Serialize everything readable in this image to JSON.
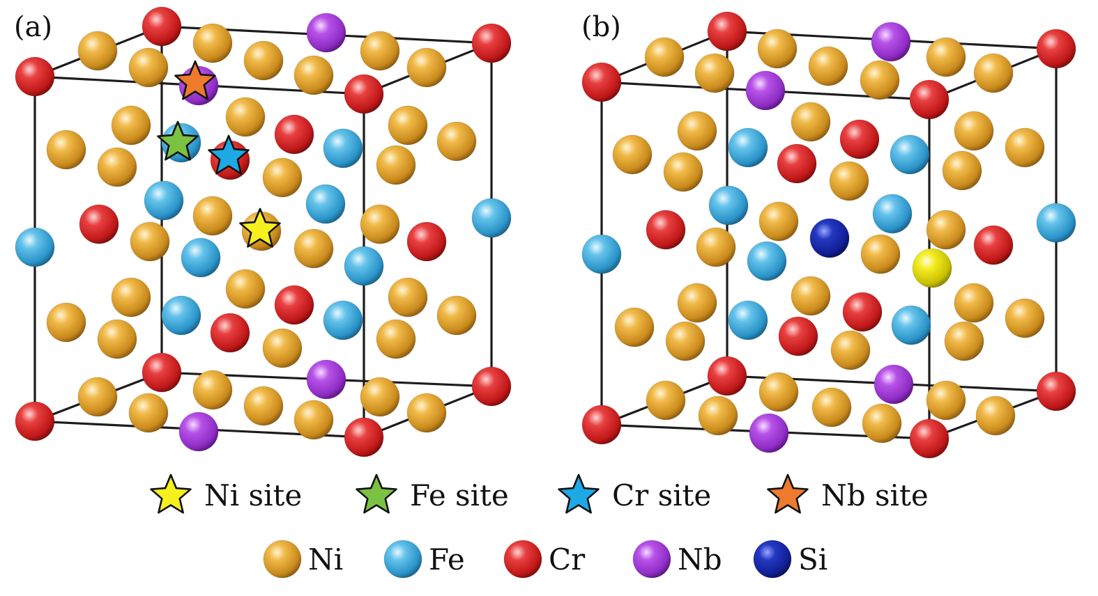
{
  "panels": [
    {
      "label": "(a)"
    },
    {
      "label": "(b)"
    }
  ],
  "site_legend": [
    {
      "label": "Ni site",
      "color": "#f5f01e"
    },
    {
      "label": "Fe site",
      "color": "#7cc242"
    },
    {
      "label": "Cr site",
      "color": "#1ea8e6"
    },
    {
      "label": "Nb site",
      "color": "#ee7a2e"
    }
  ],
  "atom_legend": [
    {
      "label": "Ni",
      "color": "#e3a232"
    },
    {
      "label": "Fe",
      "color": "#4eb3df"
    },
    {
      "label": "Cr",
      "color": "#d72b2b"
    },
    {
      "label": "Nb",
      "color": "#a540d8"
    },
    {
      "label": "Si",
      "color": "#1629a8"
    }
  ],
  "element_colors": {
    "Ni": "#e3a232",
    "Fe": "#4eb3df",
    "Cr": "#d72b2b",
    "Nb": "#a540d8",
    "Si": "#1629a8",
    "vacancy_site": "#f0e812"
  }
}
